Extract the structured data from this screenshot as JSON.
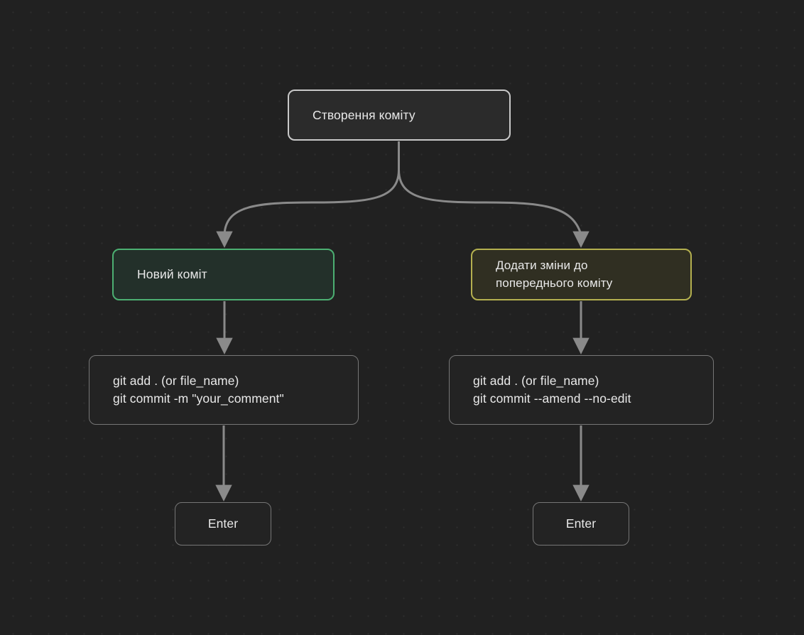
{
  "diagram": {
    "type": "flowchart",
    "title": "Створення коміту",
    "background_color": "#212121",
    "edge_color": "#8a8a8a",
    "nodes": [
      {
        "id": "root",
        "label": "Створення коміту",
        "lines": [
          "Створення коміту"
        ],
        "border_color": "#c9c9c9",
        "fill_color": "#2b2b2b"
      },
      {
        "id": "new-commit",
        "label": "Новий коміт",
        "lines": [
          "Новий коміт"
        ],
        "border_color": "#4caf72",
        "fill_color": "#23302a"
      },
      {
        "id": "amend-commit",
        "label": "Додати зміни до попереднього коміту",
        "lines": [
          "Додати зміни до",
          "попереднього коміту"
        ],
        "border_color": "#b4b04f",
        "fill_color": "#302f22"
      },
      {
        "id": "code-new",
        "label": "git add . (or file_name) git commit -m \"your_comment\"",
        "lines": [
          "git add . (or file_name)",
          "git commit -m \"your_comment\""
        ],
        "border_color": "#767676",
        "fill_color": "#232323"
      },
      {
        "id": "code-amend",
        "label": "git add . (or file_name) git commit --amend --no-edit",
        "lines": [
          "git add . (or file_name)",
          "git commit --amend --no-edit"
        ],
        "border_color": "#767676",
        "fill_color": "#232323"
      },
      {
        "id": "enter-left",
        "label": "Enter",
        "lines": [
          "Enter"
        ],
        "border_color": "#767676",
        "fill_color": "#232323"
      },
      {
        "id": "enter-right",
        "label": "Enter",
        "lines": [
          "Enter"
        ],
        "border_color": "#767676",
        "fill_color": "#232323"
      }
    ],
    "edges": [
      {
        "from": "root",
        "to": "new-commit",
        "style": "curved-arrow"
      },
      {
        "from": "root",
        "to": "amend-commit",
        "style": "curved-arrow"
      },
      {
        "from": "new-commit",
        "to": "code-new",
        "style": "straight-arrow"
      },
      {
        "from": "amend-commit",
        "to": "code-amend",
        "style": "straight-arrow"
      },
      {
        "from": "code-new",
        "to": "enter-left",
        "style": "straight-arrow"
      },
      {
        "from": "code-amend",
        "to": "enter-right",
        "style": "straight-arrow"
      }
    ]
  }
}
